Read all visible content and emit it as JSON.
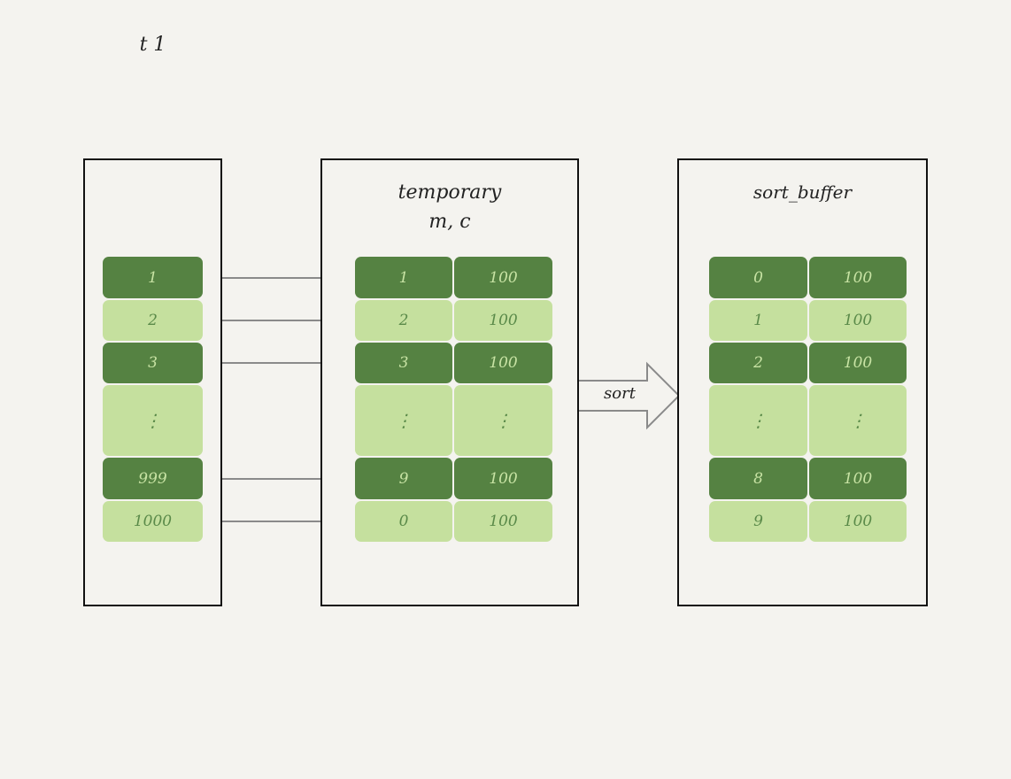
{
  "panels": {
    "t1": {
      "title": "t 1"
    },
    "temporary": {
      "title_line1": "temporary",
      "title_line2": "m, c"
    },
    "sort_buffer": {
      "title": "sort_buffer"
    }
  },
  "t1_rows": [
    "1",
    "2",
    "3",
    "⋮",
    "999",
    "1000"
  ],
  "temporary_rows": [
    [
      "1",
      "100"
    ],
    [
      "2",
      "100"
    ],
    [
      "3",
      "100"
    ],
    [
      "⋮",
      "⋮"
    ],
    [
      "9",
      "100"
    ],
    [
      "0",
      "100"
    ]
  ],
  "sort_buffer_rows": [
    [
      "0",
      "100"
    ],
    [
      "1",
      "100"
    ],
    [
      "2",
      "100"
    ],
    [
      "⋮",
      "⋮"
    ],
    [
      "8",
      "100"
    ],
    [
      "9",
      "100"
    ]
  ],
  "sort_label": "sort",
  "colors": {
    "dark": "#558242",
    "light": "#c5e09e",
    "arrow": "#8a8a8a",
    "border": "#111111"
  }
}
